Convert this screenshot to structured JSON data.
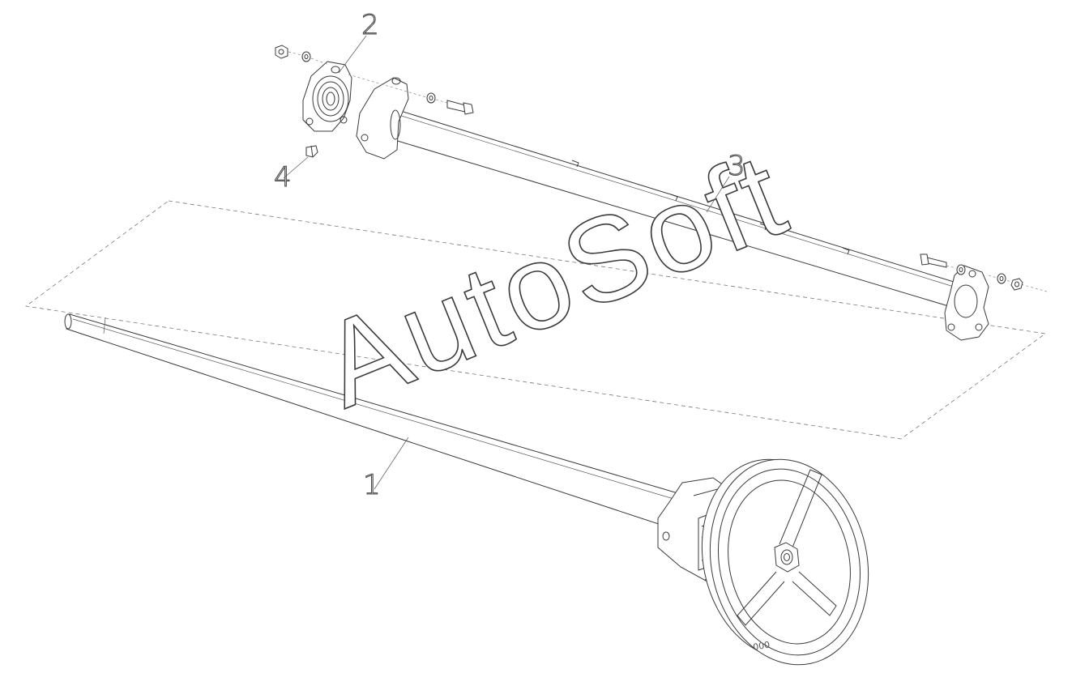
{
  "diagram": {
    "callouts": [
      "1",
      "2",
      "3",
      "4"
    ],
    "watermark": "AutoSoft",
    "wheel_marking": "000"
  },
  "colors": {
    "background": "#ffffff",
    "line": "#3a3a3a"
  }
}
